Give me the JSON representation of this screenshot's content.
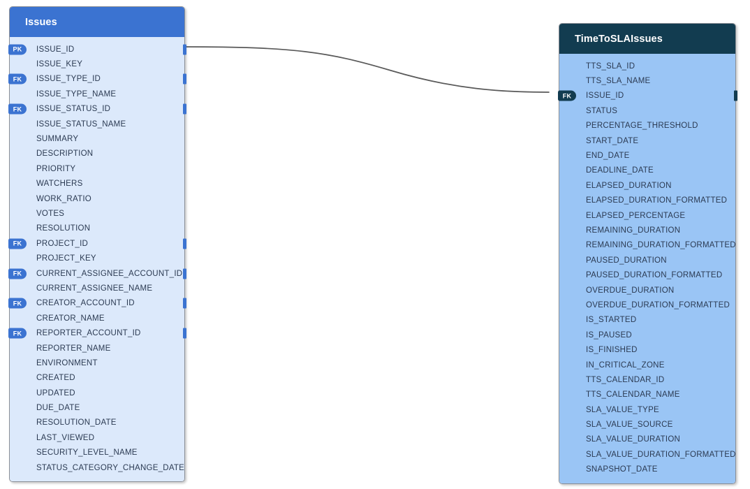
{
  "diagram": {
    "type": "entity-relationship-diagram",
    "background_color": "#ffffff",
    "relationship": {
      "name": "issues-to-ttsla-issue-id",
      "from_entity": "Issues",
      "from_field": "ISSUE_ID",
      "to_entity": "TimeToSLAIssues",
      "to_field": "ISSUE_ID",
      "line_color": "#595959"
    }
  },
  "entities": [
    {
      "id": "issues",
      "title": "Issues",
      "header_color": "#3b73d1",
      "body_color": "#dce9fb",
      "badge_color": "#3b73d1",
      "fields": [
        {
          "name": "ISSUE_ID",
          "key": "PK",
          "port": true
        },
        {
          "name": "ISSUE_KEY",
          "key": "",
          "port": false
        },
        {
          "name": "ISSUE_TYPE_ID",
          "key": "FK",
          "port": true
        },
        {
          "name": "ISSUE_TYPE_NAME",
          "key": "",
          "port": false
        },
        {
          "name": "ISSUE_STATUS_ID",
          "key": "FK",
          "port": true
        },
        {
          "name": "ISSUE_STATUS_NAME",
          "key": "",
          "port": false
        },
        {
          "name": "SUMMARY",
          "key": "",
          "port": false
        },
        {
          "name": "DESCRIPTION",
          "key": "",
          "port": false
        },
        {
          "name": "PRIORITY",
          "key": "",
          "port": false
        },
        {
          "name": "WATCHERS",
          "key": "",
          "port": false
        },
        {
          "name": "WORK_RATIO",
          "key": "",
          "port": false
        },
        {
          "name": "VOTES",
          "key": "",
          "port": false
        },
        {
          "name": "RESOLUTION",
          "key": "",
          "port": false
        },
        {
          "name": "PROJECT_ID",
          "key": "FK",
          "port": true
        },
        {
          "name": "PROJECT_KEY",
          "key": "",
          "port": false
        },
        {
          "name": "CURRENT_ASSIGNEE_ACCOUNT_ID",
          "key": "FK",
          "port": true
        },
        {
          "name": "CURRENT_ASSIGNEE_NAME",
          "key": "",
          "port": false
        },
        {
          "name": "CREATOR_ACCOUNT_ID",
          "key": "FK",
          "port": true
        },
        {
          "name": "CREATOR_NAME",
          "key": "",
          "port": false
        },
        {
          "name": "REPORTER_ACCOUNT_ID",
          "key": "FK",
          "port": true
        },
        {
          "name": "REPORTER_NAME",
          "key": "",
          "port": false
        },
        {
          "name": "ENVIRONMENT",
          "key": "",
          "port": false
        },
        {
          "name": "CREATED",
          "key": "",
          "port": false
        },
        {
          "name": "UPDATED",
          "key": "",
          "port": false
        },
        {
          "name": "DUE_DATE",
          "key": "",
          "port": false
        },
        {
          "name": "RESOLUTION_DATE",
          "key": "",
          "port": false
        },
        {
          "name": "LAST_VIEWED",
          "key": "",
          "port": false
        },
        {
          "name": "SECURITY_LEVEL_NAME",
          "key": "",
          "port": false
        },
        {
          "name": "STATUS_CATEGORY_CHANGE_DATE",
          "key": "",
          "port": false
        }
      ]
    },
    {
      "id": "ttsla",
      "title": "TimeToSLAIssues",
      "header_color": "#123c50",
      "body_color": "#9ac5f5",
      "badge_color": "#123c50",
      "fields": [
        {
          "name": "TTS_SLA_ID",
          "key": "",
          "port": false
        },
        {
          "name": "TTS_SLA_NAME",
          "key": "",
          "port": false
        },
        {
          "name": "ISSUE_ID",
          "key": "FK",
          "port": true
        },
        {
          "name": "STATUS",
          "key": "",
          "port": false
        },
        {
          "name": "PERCENTAGE_THRESHOLD",
          "key": "",
          "port": false
        },
        {
          "name": "START_DATE",
          "key": "",
          "port": false
        },
        {
          "name": "END_DATE",
          "key": "",
          "port": false
        },
        {
          "name": "DEADLINE_DATE",
          "key": "",
          "port": false
        },
        {
          "name": "ELAPSED_DURATION",
          "key": "",
          "port": false
        },
        {
          "name": "ELAPSED_DURATION_FORMATTED",
          "key": "",
          "port": false
        },
        {
          "name": "ELAPSED_PERCENTAGE",
          "key": "",
          "port": false
        },
        {
          "name": "REMAINING_DURATION",
          "key": "",
          "port": false
        },
        {
          "name": "REMAINING_DURATION_FORMATTED",
          "key": "",
          "port": false
        },
        {
          "name": "PAUSED_DURATION",
          "key": "",
          "port": false
        },
        {
          "name": "PAUSED_DURATION_FORMATTED",
          "key": "",
          "port": false
        },
        {
          "name": "OVERDUE_DURATION",
          "key": "",
          "port": false
        },
        {
          "name": "OVERDUE_DURATION_FORMATTED",
          "key": "",
          "port": false
        },
        {
          "name": "IS_STARTED",
          "key": "",
          "port": false
        },
        {
          "name": "IS_PAUSED",
          "key": "",
          "port": false
        },
        {
          "name": "IS_FINISHED",
          "key": "",
          "port": false
        },
        {
          "name": "IN_CRITICAL_ZONE",
          "key": "",
          "port": false
        },
        {
          "name": "TTS_CALENDAR_ID",
          "key": "",
          "port": false
        },
        {
          "name": "TTS_CALENDAR_NAME",
          "key": "",
          "port": false
        },
        {
          "name": "SLA_VALUE_TYPE",
          "key": "",
          "port": false
        },
        {
          "name": "SLA_VALUE_SOURCE",
          "key": "",
          "port": false
        },
        {
          "name": "SLA_VALUE_DURATION",
          "key": "",
          "port": false
        },
        {
          "name": "SLA_VALUE_DURATION_FORMATTED",
          "key": "",
          "port": false
        },
        {
          "name": "SNAPSHOT_DATE",
          "key": "",
          "port": false
        }
      ]
    }
  ]
}
